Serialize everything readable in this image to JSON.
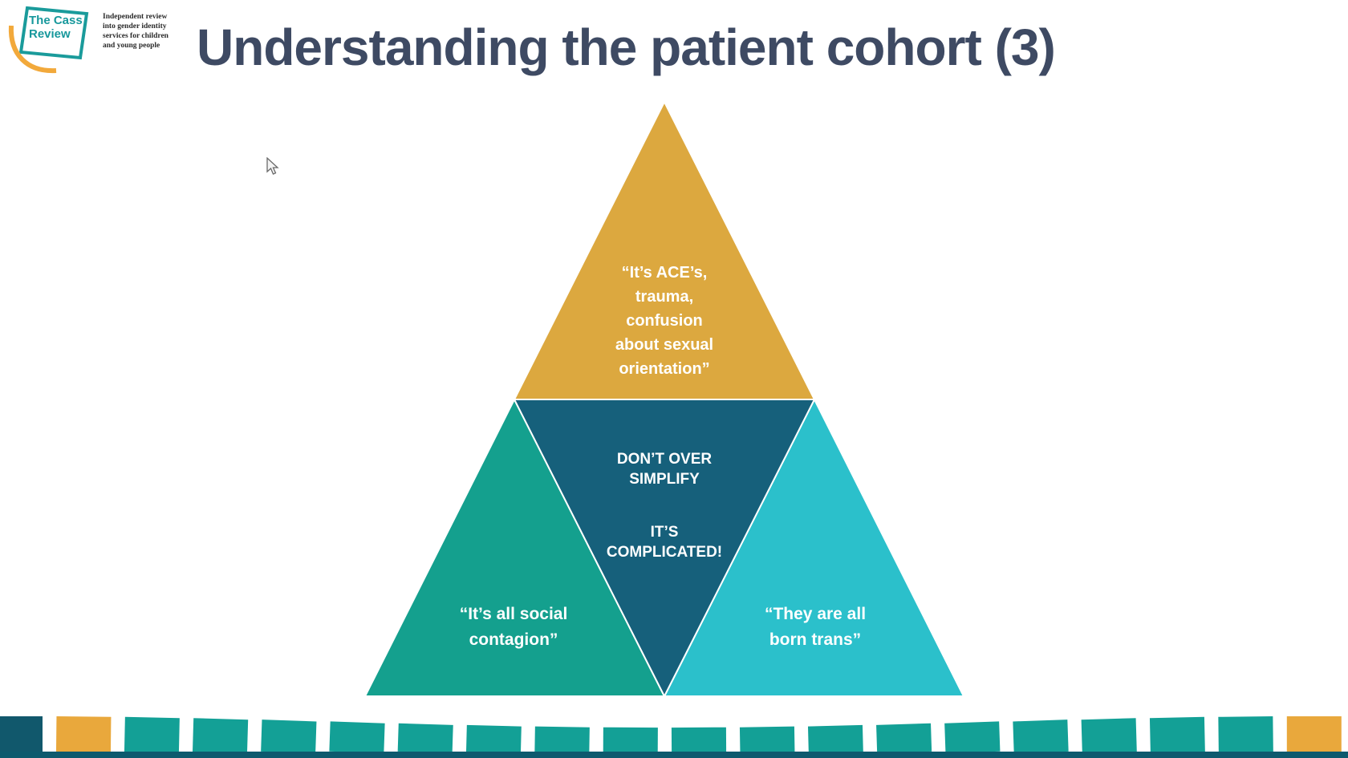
{
  "slide": {
    "title": "Understanding the patient cohort (3)",
    "title_color": "#3E4A63"
  },
  "logo": {
    "name": "The Cass\nReview",
    "tagline": "Independent review\ninto gender identity\nservices for children\nand young people",
    "teal": "#1A9B9B",
    "orange": "#F2A93B"
  },
  "pyramid": {
    "top": {
      "label": "“It’s ACE’s,\ntrauma,\nconfusion\nabout sexual\norientation”",
      "color": "#DCA83F"
    },
    "center": {
      "label_line1": "DON’T OVER\nSIMPLIFY",
      "label_line2": "IT’S\nCOMPLICATED!",
      "color": "#16607B"
    },
    "left": {
      "label": "“It’s all social\ncontagion”",
      "color": "#14A08E"
    },
    "right": {
      "label": "“They are all\nborn trans”",
      "color": "#2BC0CB"
    }
  },
  "footer": {
    "bottom_bar_color": "#0D5A6E",
    "piece_colors": [
      "#11586C",
      "#E9A83C",
      "#13A096",
      "#13A096",
      "#13A096",
      "#13A096",
      "#13A096",
      "#13A096",
      "#13A096",
      "#13A096",
      "#13A096",
      "#13A096",
      "#13A096",
      "#13A096",
      "#13A096",
      "#13A096",
      "#13A096",
      "#13A096",
      "#13A096",
      "#E9A83C"
    ]
  }
}
